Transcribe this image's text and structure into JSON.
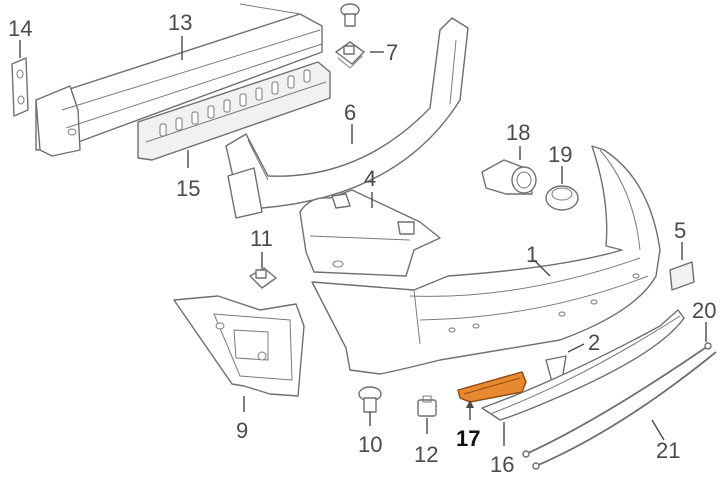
{
  "callouts": {
    "c1": "1",
    "c2": "2",
    "c4": "4",
    "c5": "5",
    "c6": "6",
    "c7": "7",
    "c9": "9",
    "c10": "10",
    "c11": "11",
    "c12": "12",
    "c13": "13",
    "c14": "14",
    "c15": "15",
    "c16": "16",
    "c17": "17",
    "c18": "18",
    "c19": "19",
    "c20": "20",
    "c21": "21"
  },
  "colors": {
    "highlight_part": "#e8892f",
    "line_art": "#6f6f6f",
    "background": "#ffffff"
  },
  "highlighted_callout": "17"
}
